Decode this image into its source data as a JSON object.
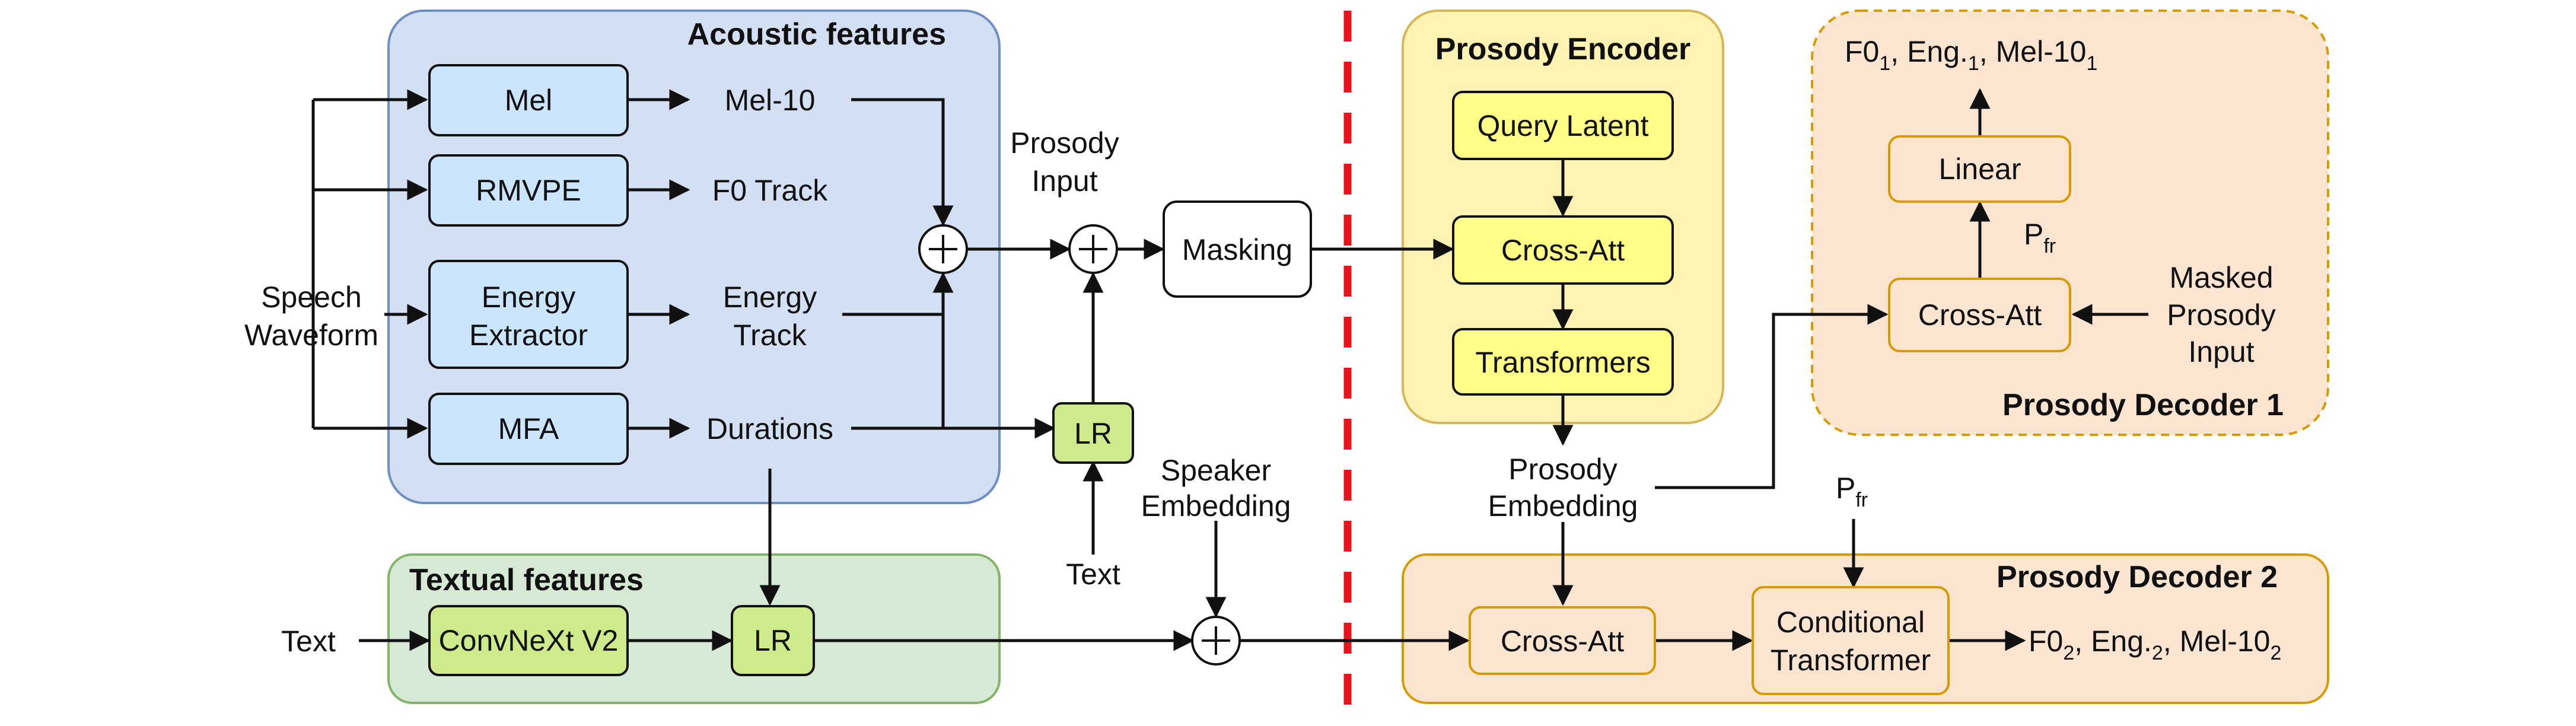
{
  "colors": {
    "acoustic_fill": "#d3dff3",
    "acoustic_stroke": "#6d8fc2",
    "textual_fill": "#d6e9d4",
    "textual_stroke": "#82b366",
    "encoder_fill": "#fff3b3",
    "encoder_stroke": "#d6b656",
    "decoder_fill": "#fbe5d1",
    "decoder_stroke": "#d79b00",
    "blue_box_fill": "#cce5ff",
    "green_box_fill": "#cdeb8b",
    "yellow_box_fill": "#ffff88",
    "divider": "#e8141b"
  },
  "groups": {
    "acoustic": "Acoustic features",
    "textual": "Textual features",
    "encoder": "Prosody Encoder",
    "decoder1": "Prosody Decoder 1",
    "decoder2": "Prosody Decoder 2"
  },
  "inputs": {
    "speech_1": "Speech",
    "speech_2": "Waveform",
    "text_left": "Text",
    "text_mid": "Text",
    "speaker_1": "Speaker",
    "speaker_2": "Embedding",
    "prosody_input_1": "Prosody",
    "prosody_input_2": "Input",
    "masked_1": "Masked",
    "masked_2": "Prosody",
    "masked_3": "Input"
  },
  "boxes": {
    "mel": "Mel",
    "rmvpe": "RMVPE",
    "energy_1": "Energy",
    "energy_2": "Extractor",
    "mfa": "MFA",
    "convnext": "ConvNeXt V2",
    "lr_text": "LR",
    "lr_prosody": "LR",
    "masking": "Masking",
    "query": "Query Latent",
    "cross_enc": "Cross-Att",
    "transformers": "Transformers",
    "cross_dec1": "Cross-Att",
    "linear": "Linear",
    "cross_dec2": "Cross-Att",
    "cond_1": "Conditional",
    "cond_2": "Transformer"
  },
  "labels": {
    "mel10": "Mel-10",
    "f0track": "F0 Track",
    "energy_track_1": "Energy",
    "energy_track_2": "Track",
    "durations": "Durations",
    "prosody_emb_1": "Prosody",
    "prosody_emb_2": "Embedding",
    "pfr_main": "P",
    "pfr_sub": "fr",
    "plus": "+"
  },
  "outputs": {
    "out1_f0": "F0",
    "out1_f0_sub": "1",
    "out1_eng": ", Eng.",
    "out1_eng_sub": "1",
    "out1_mel": ", Mel-10",
    "out1_mel_sub": "1",
    "out2_f0": "F0",
    "out2_f0_sub": "2",
    "out2_eng": ", Eng.",
    "out2_eng_sub": "2",
    "out2_mel": ", Mel-10",
    "out2_mel_sub": "2"
  }
}
